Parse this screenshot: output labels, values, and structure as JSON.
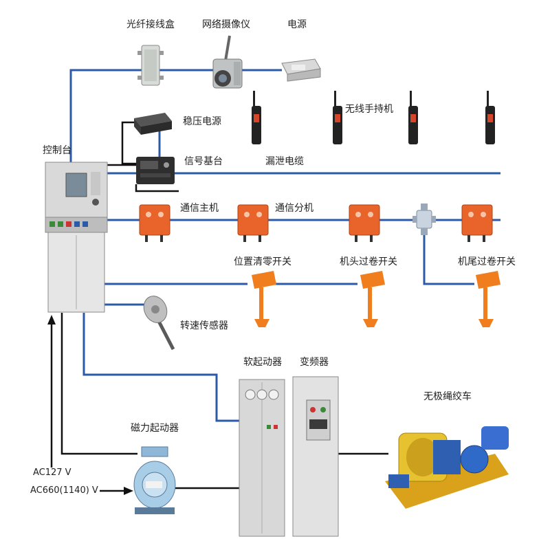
{
  "labels": {
    "fiber_box": "光纤接线盒",
    "network_camera": "网络摄像仪",
    "power_supply": "电源",
    "regulated_power": "稳压电源",
    "wireless_handset": "无线手持机",
    "console": "控制台",
    "signal_base": "信号基台",
    "leaky_cable": "漏泄电缆",
    "comm_host": "通信主机",
    "comm_branch": "通信分机",
    "position_reset_switch": "位置清零开关",
    "head_overwind_switch": "机头过卷开关",
    "tail_overwind_switch": "机尾过卷开关",
    "speed_sensor": "转速传感器",
    "soft_starter": "软起动器",
    "inverter": "变频器",
    "endless_rope_winch": "无极绳绞车",
    "magnetic_starter": "磁力起动器"
  },
  "power_inputs": {
    "ac127": "AC127 V",
    "ac660": "AC660(1140) V"
  },
  "colors": {
    "signal_line": "#2a5aa8",
    "power_line": "#111111",
    "device_orange": "#e8642a",
    "cabinet_grey": "#e6e6e6"
  }
}
